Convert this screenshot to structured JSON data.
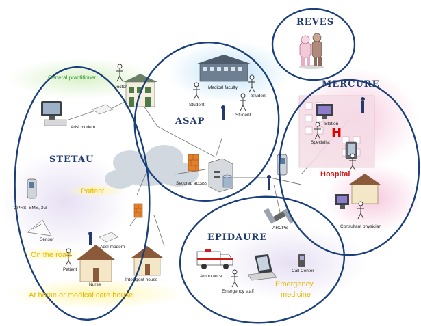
{
  "colors": {
    "ellipse_stroke": "#1a3f7a",
    "title": "#1f3a6e",
    "yellow_label": "#e6b800",
    "green_label": "#3a9a3a",
    "hospital_red": "#d11a1a",
    "cloud": "#c9d2da"
  },
  "clusters": {
    "stetau": "STETAU",
    "asap": "ASAP",
    "reves": "REVES",
    "mercure": "MERCURE",
    "epidaure": "EPIDAURE"
  },
  "labels": {
    "general_practitioner": "General practitioner",
    "patient": "Patient",
    "on_the_road": "On the road",
    "home_or_care": "At home or medical care house",
    "hospital": "Hospital",
    "hospital_h": "H",
    "emergency_medicine_1": "Emergency",
    "emergency_medicine_2": "medicine"
  },
  "small_labels": {
    "adsl_modem_top": "Adsl modem",
    "adsl_modem_bottom": "Adsl modem",
    "gprs": "GPRS, SMS, 3G",
    "sensor": "Sensor",
    "patient_small": "Patient",
    "nurse": "Nurse",
    "intelligent_house": "Intelligent house",
    "doctor": "Doctor",
    "medical_faculty": "Medical faculty",
    "student_1": "Student",
    "student_2": "Student",
    "student_3": "Student",
    "secured_access": "Secured access",
    "station": "Station",
    "specialist": "Specialist",
    "consultant_physician": "Consultant physician",
    "ambulance": "Ambulance",
    "emergency_staff": "Emergency staff",
    "call_center": "Call Center",
    "arcps": "ARCPS"
  },
  "icons": {
    "computer": "desktop-computer-icon",
    "modem": "modem-icon",
    "phone": "mobile-phone-icon",
    "house": "house-icon",
    "server": "server-icon",
    "firewall": "firewall-icon",
    "antenna": "antenna-icon",
    "person": "person-icon",
    "laptop": "laptop-icon",
    "satellite": "satellite-icon",
    "ambulance": "ambulance-icon",
    "robot": "robot-figure-icon"
  }
}
